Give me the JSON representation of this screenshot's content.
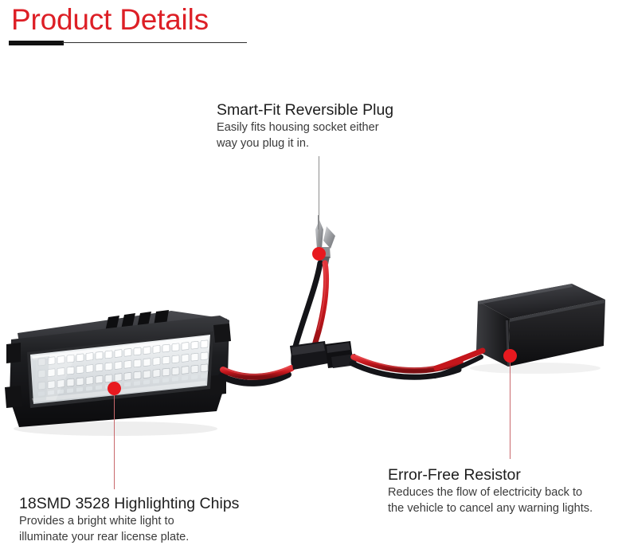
{
  "page": {
    "title": "Product Details",
    "background_color": "#ffffff",
    "accent_color": "#dd1f26",
    "rule_color": "#111111"
  },
  "callouts": [
    {
      "id": "smart-fit-reversible-plug",
      "heading": "Smart-Fit Reversible Plug",
      "body_lines": [
        "Easily fits housing socket either",
        "way you plug it in."
      ],
      "marker_color": "#e8191f",
      "target": "plug-terminal"
    },
    {
      "id": "highlighting-chips",
      "heading": "18SMD 3528 Highlighting Chips",
      "body_lines": [
        "Provides a bright white light to",
        "illuminate your rear license plate."
      ],
      "marker_color": "#e8191f",
      "target": "led-lamp-module"
    },
    {
      "id": "error-free-resistor",
      "heading": "Error-Free Resistor",
      "body_lines": [
        "Reduces the flow of electricity back to",
        "the vehicle to cancel any warning lights."
      ],
      "marker_color": "#e8191f",
      "target": "resistor-box"
    }
  ],
  "product": {
    "components": [
      "led-lamp-module",
      "plug-terminal",
      "inline-connector",
      "resistor-box",
      "wire-harness"
    ],
    "colors": {
      "housing_black": "#1b1b1d",
      "housing_shadow": "#0a0a0b",
      "lens_clear": "#e9ecee",
      "led_white": "#fdfdfd",
      "wire_red": "#c8191f",
      "wire_black": "#15151a",
      "terminal_silver": "#b7b9bc"
    }
  }
}
